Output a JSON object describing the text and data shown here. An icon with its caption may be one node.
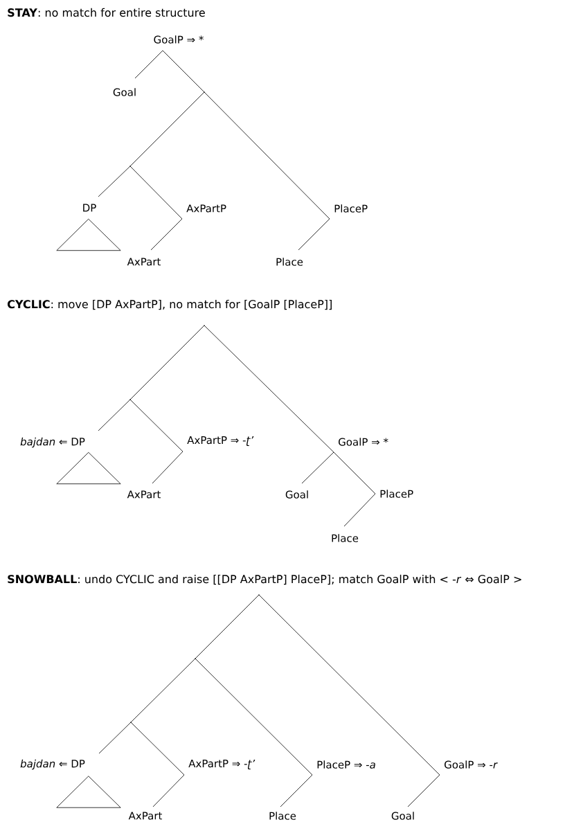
{
  "diagram": {
    "nodes": [
      {
        "text": [
          "GoalP ⇒ *"
        ]
      },
      {
        "text": [
          "Goal"
        ]
      },
      {
        "text": [],
        "shape": "point"
      },
      {
        "text": [],
        "shape": "point"
      },
      {
        "text": [
          "DP"
        ]
      },
      {
        "text": [],
        "shape": "triangle"
      },
      {
        "text": [
          "AxPartP"
        ]
      },
      {
        "text": [
          "PlaceP"
        ]
      },
      {
        "text": [
          "AxPart"
        ]
      },
      {
        "text": [
          "Place"
        ]
      },
      {
        "text": [],
        "shape": "point"
      },
      {
        "text": [],
        "shape": "point"
      },
      {
        "text": [
          "*bajdan* ⇐ DP"
        ]
      },
      {
        "text": [],
        "shape": "triangle"
      },
      {
        "text": [
          "AxPartP ⇒ -*ʈ’*"
        ]
      },
      {
        "text": [
          "GoalP ⇒ *"
        ]
      },
      {
        "text": [
          "AxPart"
        ]
      },
      {
        "text": [
          "Goal"
        ]
      },
      {
        "text": [
          "PlaceP"
        ]
      },
      {
        "text": [
          "Place"
        ]
      },
      {
        "text": [],
        "shape": "point"
      },
      {
        "text": [],
        "shape": "point"
      },
      {
        "text": [],
        "shape": "point"
      },
      {
        "text": [
          "*bajdan* ⇐ DP"
        ]
      },
      {
        "text": [],
        "shape": "triangle"
      },
      {
        "text": [
          "AxPartP ⇒ -*ʈ’*"
        ]
      },
      {
        "text": [
          "PlaceP ⇒ -*a*"
        ]
      },
      {
        "text": [
          "GoalP ⇒ -*r*"
        ]
      },
      {
        "text": [
          "AxPart"
        ]
      },
      {
        "text": [
          "Place"
        ]
      },
      {
        "text": [
          "Goal"
        ]
      }
    ],
    "edges": [
      {
        "from": 0,
        "to": 1,
        "arrow": "none"
      },
      {
        "from": 0,
        "to": 2,
        "arrow": "none"
      },
      {
        "from": 2,
        "to": 3,
        "arrow": "none"
      },
      {
        "from": 2,
        "to": 7,
        "arrow": "none"
      },
      {
        "from": 3,
        "to": 4,
        "arrow": "none"
      },
      {
        "from": 3,
        "to": 6,
        "arrow": "none"
      },
      {
        "from": 6,
        "to": 8,
        "arrow": "none"
      },
      {
        "from": 7,
        "to": 9,
        "arrow": "none"
      },
      {
        "from": 10,
        "to": 11,
        "arrow": "none"
      },
      {
        "from": 10,
        "to": 15,
        "arrow": "none"
      },
      {
        "from": 11,
        "to": 12,
        "arrow": "none"
      },
      {
        "from": 11,
        "to": 14,
        "arrow": "none"
      },
      {
        "from": 14,
        "to": 16,
        "arrow": "none"
      },
      {
        "from": 15,
        "to": 17,
        "arrow": "none"
      },
      {
        "from": 15,
        "to": 18,
        "arrow": "none"
      },
      {
        "from": 18,
        "to": 19,
        "arrow": "none"
      },
      {
        "from": 20,
        "to": 21,
        "arrow": "none"
      },
      {
        "from": 20,
        "to": 27,
        "arrow": "none"
      },
      {
        "from": 21,
        "to": 22,
        "arrow": "none"
      },
      {
        "from": 21,
        "to": 26,
        "arrow": "none"
      },
      {
        "from": 22,
        "to": 23,
        "arrow": "none"
      },
      {
        "from": 22,
        "to": 25,
        "arrow": "none"
      },
      {
        "from": 25,
        "to": 28,
        "arrow": "none"
      },
      {
        "from": 26,
        "to": 29,
        "arrow": "none"
      },
      {
        "from": 27,
        "to": 30,
        "arrow": "none"
      }
    ],
    "labels": [
      "**STAY**: no match for entire structure",
      "**CYCLIC**: move [DP AxPartP], no match for [GoalP [PlaceP]]",
      "**SNOWBALL**: undo CYCLIC and raise [[DP AxPartP] PlaceP]; match GoalP with < -*r*  ⇔ GoalP >"
    ]
  }
}
